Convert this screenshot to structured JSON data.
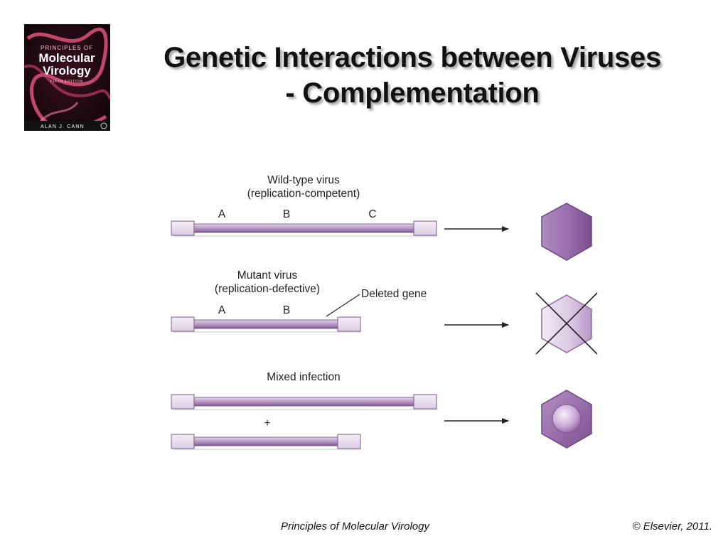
{
  "slide": {
    "title_line1": "Genetic Interactions between Viruses",
    "title_line2": "- Complementation"
  },
  "book_cover": {
    "line1": "PRINCIPLES OF",
    "line2": "Molecular",
    "line3": "Virology",
    "edition": "FIFTH EDITION",
    "author": "ALAN J. CANN"
  },
  "diagram": {
    "wild_type": {
      "label_line1": "Wild-type virus",
      "label_line2": "(replication-competent)",
      "genes": [
        "A",
        "B",
        "C"
      ]
    },
    "mutant": {
      "label_line1": "Mutant virus",
      "label_line2": "(replication-defective)",
      "genes": [
        "A",
        "B"
      ],
      "deleted_gene_label": "Deleted gene"
    },
    "mixed": {
      "label": "Mixed infection",
      "plus": "+"
    }
  },
  "colors": {
    "genome_fill": "#b99ac9",
    "genome_cap": "#ecdff0",
    "capsid_dark": "#8c5d9d",
    "capsid_light": "#eadcf0"
  },
  "footer": {
    "book": "Principles of Molecular Virology",
    "copyright": "© Elsevier, 2011."
  }
}
